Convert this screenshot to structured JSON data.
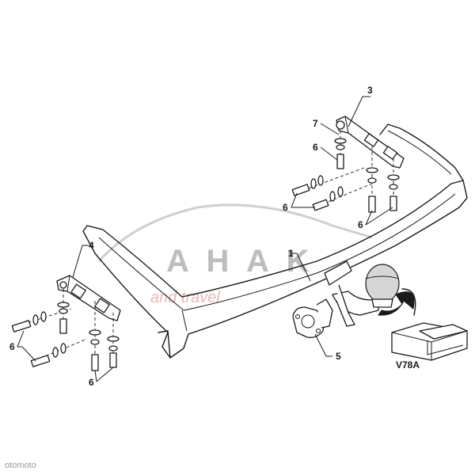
{
  "watermark": {
    "brand": "A H A K",
    "tagline": "and travel",
    "corner": "otomoto"
  },
  "model_code": "V78A",
  "parts": [
    {
      "number": "1"
    },
    {
      "number": "3"
    },
    {
      "number": "4"
    },
    {
      "number": "5"
    },
    {
      "number": "6"
    },
    {
      "number": "7"
    }
  ],
  "colors": {
    "line": "#1a1a1a",
    "watermark": "#bdbdbd",
    "watermark_accent": "#e8b9b9"
  }
}
